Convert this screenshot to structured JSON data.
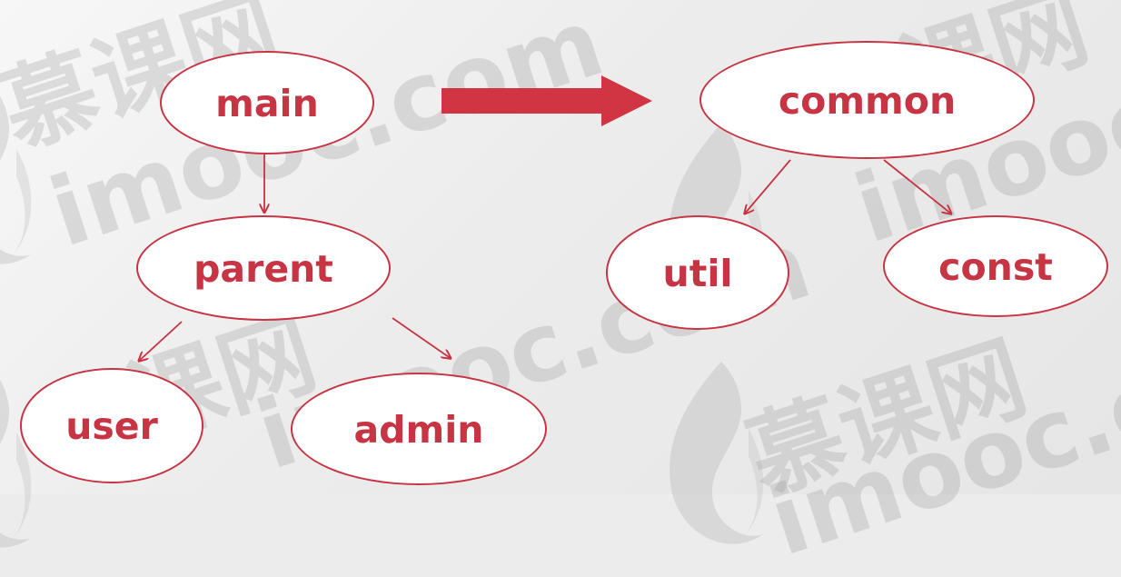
{
  "diagram": {
    "arrow_color": "#d13443",
    "node_border_color": "#c73443",
    "node_text_color": "#c73443",
    "left_tree": {
      "main": "main",
      "parent": "parent",
      "user": "user",
      "admin": "admin"
    },
    "right_tree": {
      "common": "common",
      "util": "util",
      "const": "const"
    },
    "transform_arrow": "right-arrow"
  },
  "watermark": {
    "chinese": "慕课网",
    "domain": "imooc.com",
    "icon": "flame-icon"
  }
}
